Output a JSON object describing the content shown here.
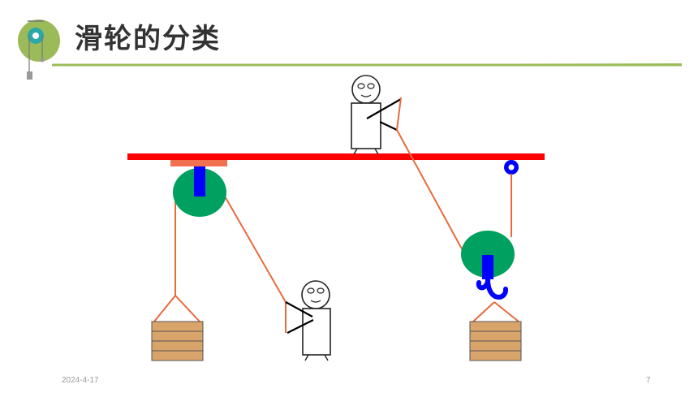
{
  "slide": {
    "title": "滑轮的分类",
    "date": "2024-4-17",
    "page_number": "7"
  },
  "colors": {
    "title_rule": "#9bbb59",
    "beam": "#ff0000",
    "pulley": "#00a060",
    "axle": "#0000ff",
    "rope": "#e86a3c",
    "crate": "#d9a46a",
    "mount": "#f07050"
  },
  "icons": {
    "logo": "pulley-logo-icon"
  }
}
